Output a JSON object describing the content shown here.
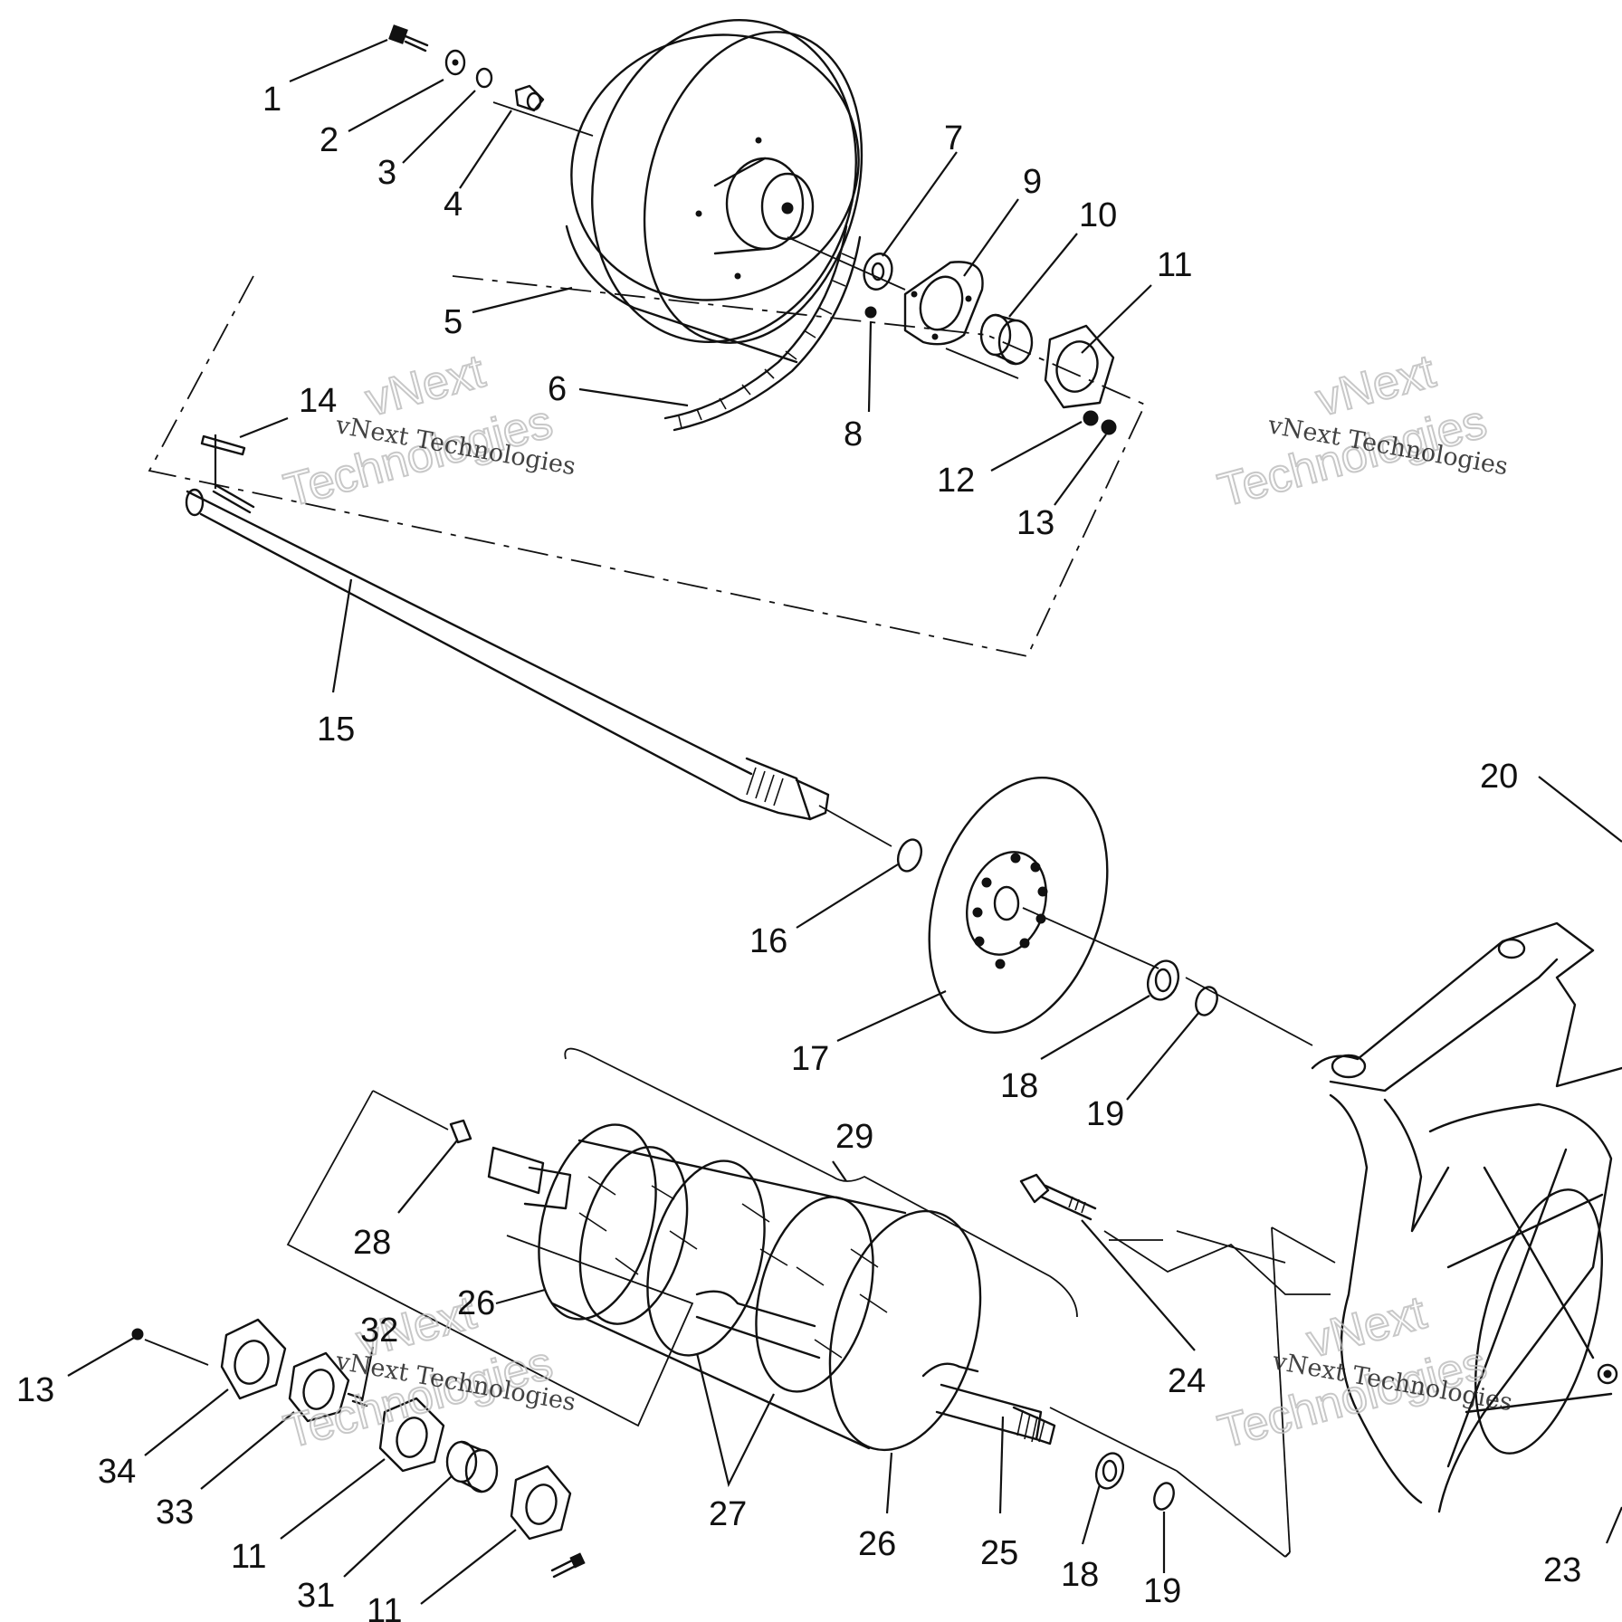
{
  "diagram": {
    "callouts": [
      {
        "id": "c1",
        "label": "1"
      },
      {
        "id": "c2",
        "label": "2"
      },
      {
        "id": "c3",
        "label": "3"
      },
      {
        "id": "c4",
        "label": "4"
      },
      {
        "id": "c5",
        "label": "5"
      },
      {
        "id": "c6",
        "label": "6"
      },
      {
        "id": "c7",
        "label": "7"
      },
      {
        "id": "c8",
        "label": "8"
      },
      {
        "id": "c9",
        "label": "9"
      },
      {
        "id": "c10",
        "label": "10"
      },
      {
        "id": "c11a",
        "label": "11"
      },
      {
        "id": "c12",
        "label": "12"
      },
      {
        "id": "c13a",
        "label": "13"
      },
      {
        "id": "c14",
        "label": "14"
      },
      {
        "id": "c15",
        "label": "15"
      },
      {
        "id": "c16",
        "label": "16"
      },
      {
        "id": "c17",
        "label": "17"
      },
      {
        "id": "c18a",
        "label": "18"
      },
      {
        "id": "c19a",
        "label": "19"
      },
      {
        "id": "c20",
        "label": "20"
      },
      {
        "id": "c29",
        "label": "29"
      },
      {
        "id": "c28",
        "label": "28"
      },
      {
        "id": "c24",
        "label": "24"
      },
      {
        "id": "c26a",
        "label": "26"
      },
      {
        "id": "c32",
        "label": "32"
      },
      {
        "id": "c13b",
        "label": "13"
      },
      {
        "id": "c34",
        "label": "34"
      },
      {
        "id": "c33",
        "label": "33"
      },
      {
        "id": "c11b",
        "label": "11"
      },
      {
        "id": "c31",
        "label": "31"
      },
      {
        "id": "c11c",
        "label": "11"
      },
      {
        "id": "c27",
        "label": "27"
      },
      {
        "id": "c26b",
        "label": "26"
      },
      {
        "id": "c25",
        "label": "25"
      },
      {
        "id": "c18b",
        "label": "18"
      },
      {
        "id": "c19b",
        "label": "19"
      },
      {
        "id": "c23",
        "label": "23"
      }
    ],
    "watermarks": [
      {
        "id": "w1",
        "small": "vNext Technologies",
        "big1": "vNext",
        "big2": "Technologies"
      },
      {
        "id": "w2",
        "small": "vNext Technologies",
        "big1": "vNext",
        "big2": "Technologies"
      },
      {
        "id": "w3",
        "small": "vNext Technologies",
        "big1": "vNext",
        "big2": "Technologies"
      },
      {
        "id": "w4",
        "small": "vNext Technologies",
        "big1": "vNext",
        "big2": "Technologies"
      }
    ]
  }
}
